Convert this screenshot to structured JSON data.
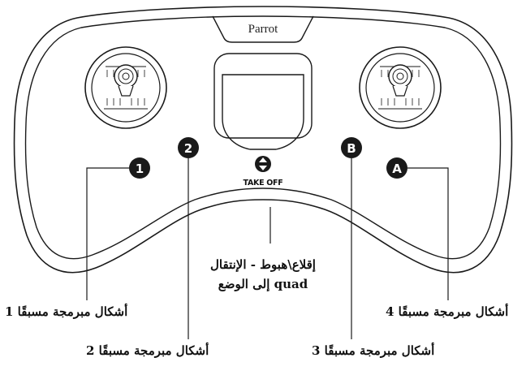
{
  "controller": {
    "brand": "Parrot",
    "takeoff_label": "TAKE OFF",
    "buttons": {
      "preset1": "1",
      "preset2": "2",
      "preset3": "B",
      "preset4": "A"
    }
  },
  "callouts": {
    "preset1": "أشكال مبرمجة مسبقًا 1",
    "preset2": "أشكال مبرمجة مسبقًا 2",
    "preset3": "أشكال مبرمجة مسبقًا 3",
    "preset4": "أشكال مبرمجة مسبقًا 4",
    "takeoff_line1": "إقلاع\\هبوط - الإنتقال",
    "takeoff_line2": "إلى الوضع quad"
  },
  "colors": {
    "outline": "#1a1a1a",
    "badge": "#1a1a1a",
    "badge_text": "#ffffff",
    "background": "#ffffff"
  }
}
